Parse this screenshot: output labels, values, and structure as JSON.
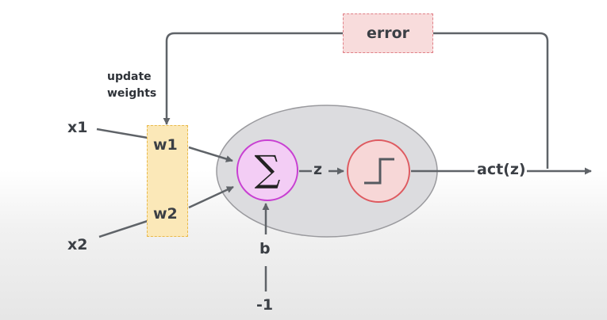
{
  "feedback": {
    "error_label": "error",
    "update_label_line1": "update",
    "update_label_line2": "weights"
  },
  "inputs": {
    "x1": "x1",
    "x2": "x2"
  },
  "weights": {
    "w1": "w1",
    "w2": "w2"
  },
  "bias": {
    "b": "b",
    "input": "-1"
  },
  "neuron": {
    "sum_symbol": "∑",
    "z_label": "z",
    "output_label": "act(z)"
  },
  "colors": {
    "line": "#5f6368",
    "error_fill": "#f8dcdc",
    "error_border": "#e07f86",
    "weights_fill": "#fbe8b8",
    "weights_border": "#e9b949",
    "body_fill": "#dcdcdf",
    "sum_fill": "#f3cdf5",
    "sum_border": "#c83fd2",
    "activation_fill": "#f7d7d7",
    "activation_border": "#de5a60"
  }
}
